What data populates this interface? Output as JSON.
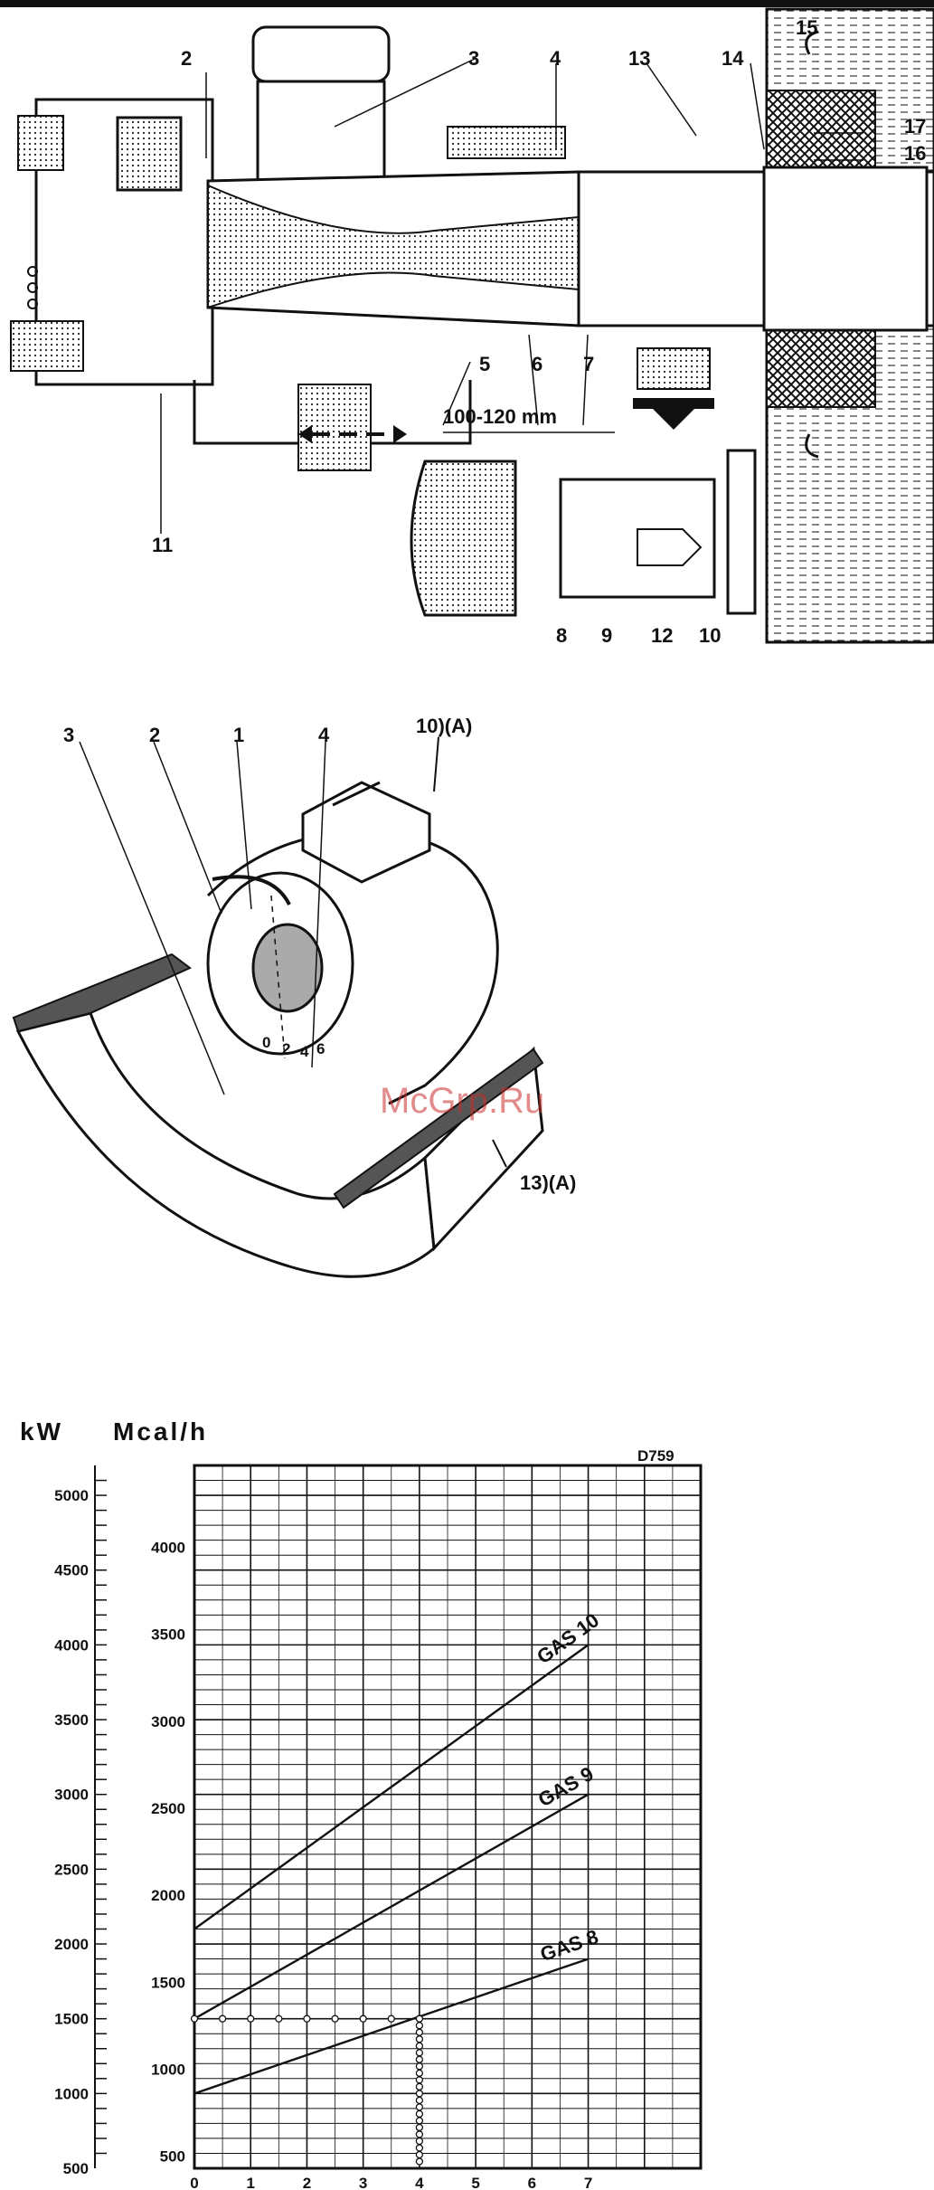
{
  "figure1": {
    "labels": [
      "2",
      "3",
      "4",
      "13",
      "14",
      "15",
      "16",
      "17",
      "5",
      "6",
      "7",
      "11",
      "8",
      "9",
      "12",
      "10"
    ],
    "dimension": "100-120 mm"
  },
  "figure2": {
    "labels": [
      "3",
      "2",
      "1",
      "4",
      "10)(A)",
      "13)(A)"
    ],
    "scale_ticks": [
      "0",
      "2",
      "4",
      "6"
    ],
    "watermark": "McGrp.Ru"
  },
  "chart_data": {
    "type": "line",
    "code": "D759",
    "left_axis_unit": "kW",
    "right_axis_unit": "Mcal/h",
    "x_ticks": [
      "0",
      "1",
      "2",
      "3",
      "4",
      "5",
      "6",
      "7"
    ],
    "xlim": [
      0,
      9
    ],
    "kw_ticks": [
      "5000",
      "4500",
      "4000",
      "3500",
      "3000",
      "2500",
      "2000",
      "1500",
      "1000",
      "500"
    ],
    "kw_lim": [
      500,
      5200
    ],
    "mcal_ticks": [
      "4000",
      "3500",
      "3000",
      "2500",
      "2000",
      "1500",
      "1000",
      "500"
    ],
    "series": [
      {
        "name": "GAS 10",
        "x": [
          0,
          7
        ],
        "y": [
          2100,
          4000
        ]
      },
      {
        "name": "GAS 9",
        "x": [
          0,
          7
        ],
        "y": [
          1500,
          3000
        ]
      },
      {
        "name": "GAS 8",
        "x": [
          0,
          7
        ],
        "y": [
          1000,
          1900
        ]
      }
    ],
    "reading": {
      "x": 4,
      "y": 1500
    }
  }
}
